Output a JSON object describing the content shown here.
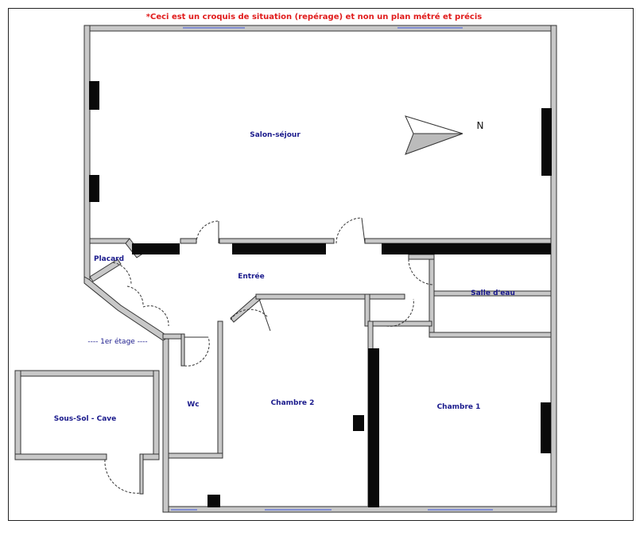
{
  "disclaimer": "*Ceci est un croquis de situation (repérage) et non un plan métré et précis",
  "north": "N",
  "floor_note": "----  1er étage  ----",
  "rooms": {
    "salon": "Salon-séjour",
    "placard": "Placard",
    "entree": "Entrée",
    "salle_eau": "Salle d'eau",
    "wc": "Wc",
    "chambre2": "Chambre 2",
    "chambre1": "Chambre 1",
    "cave": "Sous-Sol - Cave"
  },
  "colors": {
    "wall_fill": "#c8c8c8",
    "wall_stroke": "#333333",
    "radiator": "#0a0a0a",
    "window": "#6b7bd6",
    "label": "#1a1a8c",
    "disclaimer": "#e01b1b"
  }
}
